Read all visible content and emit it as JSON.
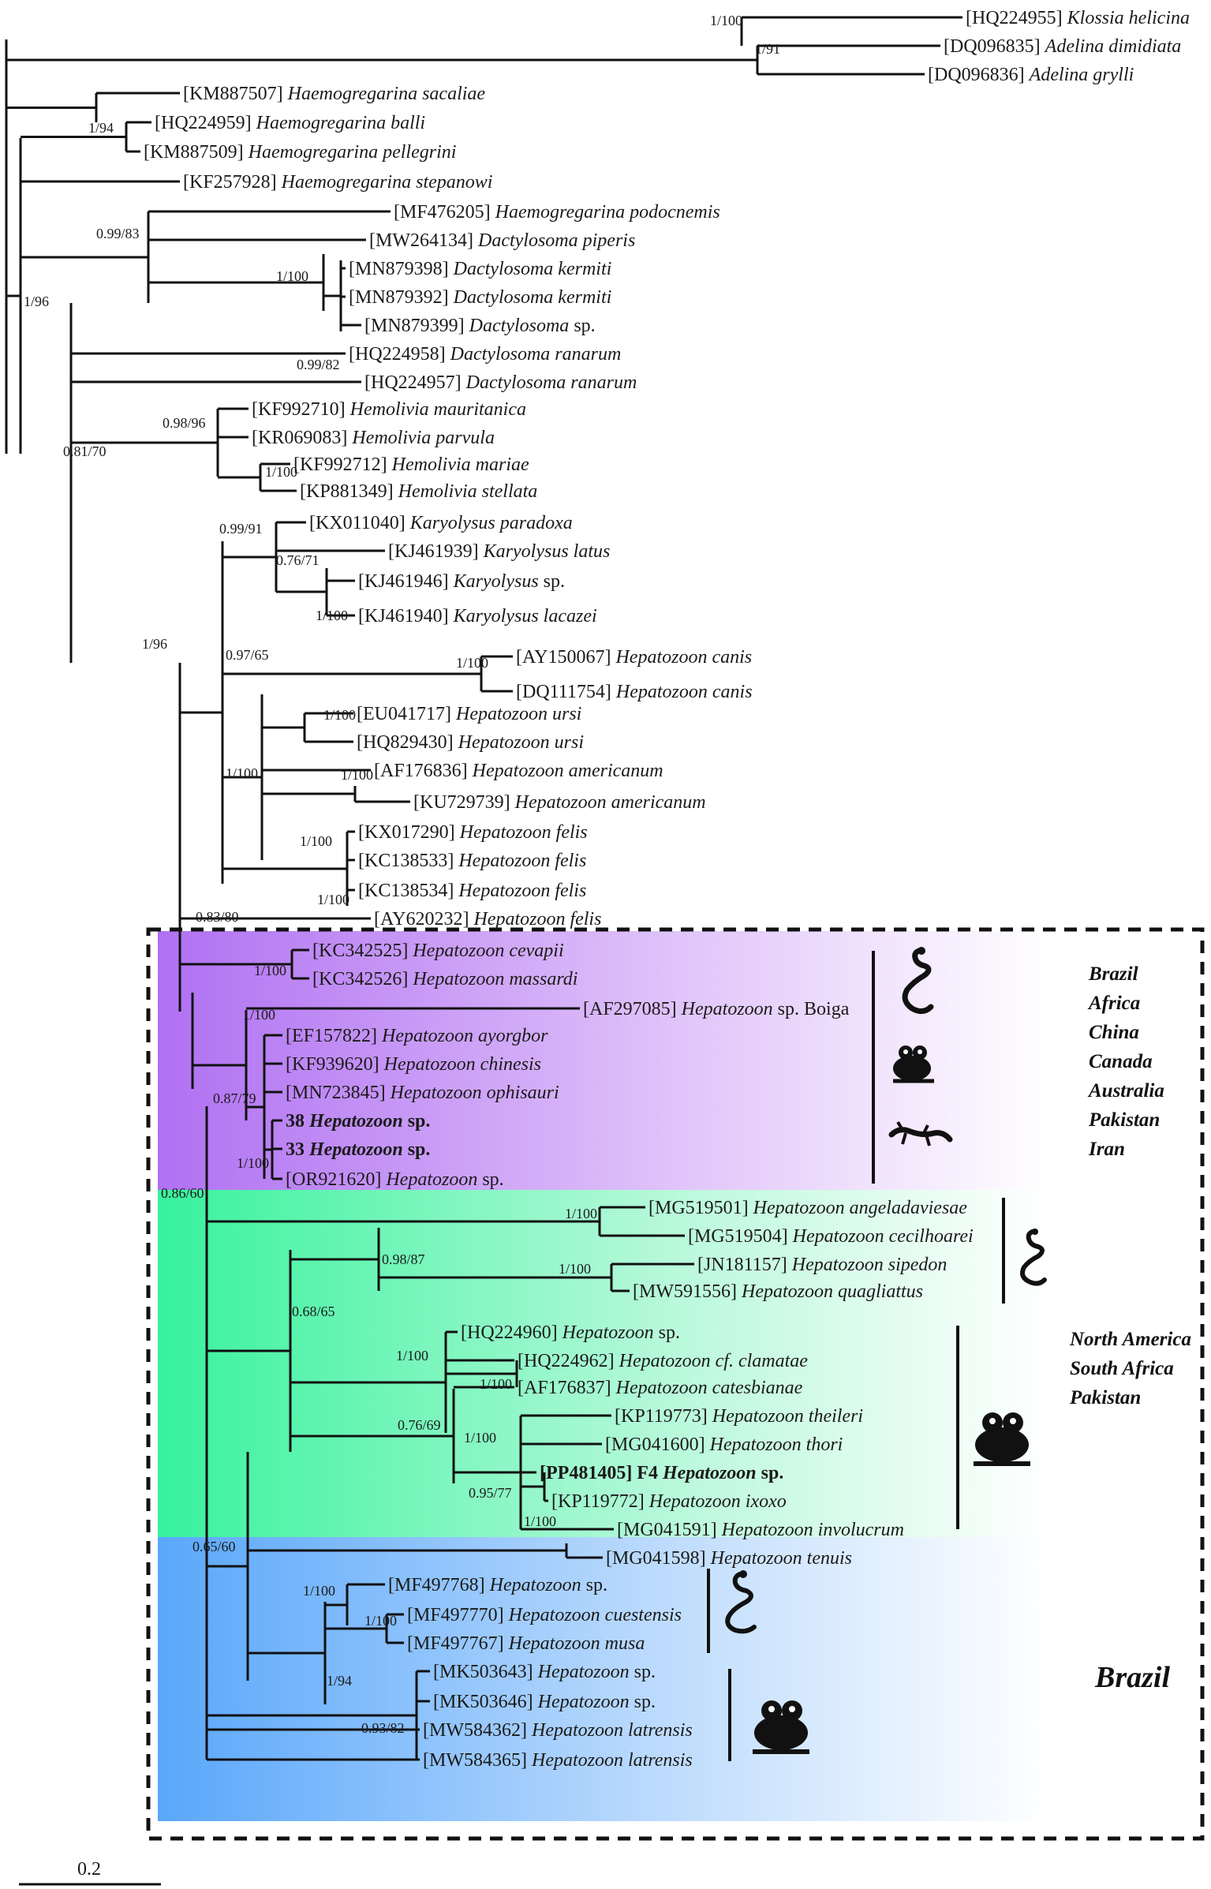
{
  "scale_bar": "0.2",
  "taxa": [
    {
      "acc": "[HQ224955]",
      "name": "Klossia helicina",
      "extra": "",
      "bold": false
    },
    {
      "acc": "[DQ096835]",
      "name": "Adelina dimidiata",
      "extra": "",
      "bold": false
    },
    {
      "acc": "[DQ096836]",
      "name": "Adelina grylli",
      "extra": "",
      "bold": false
    },
    {
      "acc": "[KM887507]",
      "name": "Haemogregarina sacaliae",
      "extra": "",
      "bold": false
    },
    {
      "acc": "[HQ224959]",
      "name": "Haemogregarina balli",
      "extra": "",
      "bold": false
    },
    {
      "acc": "[KM887509]",
      "name": "Haemogregarina pellegrini",
      "extra": "",
      "bold": false
    },
    {
      "acc": "[KF257928]",
      "name": "Haemogregarina stepanowi",
      "extra": "",
      "bold": false
    },
    {
      "acc": "[MF476205]",
      "name": "Haemogregarina podocnemis",
      "extra": "",
      "bold": false
    },
    {
      "acc": "[MW264134]",
      "name": "Dactylosoma piperis",
      "extra": "",
      "bold": false
    },
    {
      "acc": "[MN879398]",
      "name": "Dactylosoma kermiti",
      "extra": "",
      "bold": false
    },
    {
      "acc": "[MN879392]",
      "name": "Dactylosoma kermiti",
      "extra": "",
      "bold": false
    },
    {
      "acc": "[MN879399]",
      "name": "Dactylosoma",
      "extra": "sp.",
      "bold": false
    },
    {
      "acc": "[HQ224958]",
      "name": "Dactylosoma ranarum",
      "extra": "",
      "bold": false
    },
    {
      "acc": "[HQ224957]",
      "name": "Dactylosoma ranarum",
      "extra": "",
      "bold": false
    },
    {
      "acc": "[KF992710]",
      "name": "Hemolivia mauritanica",
      "extra": "",
      "bold": false
    },
    {
      "acc": "[KR069083]",
      "name": "Hemolivia parvula",
      "extra": "",
      "bold": false
    },
    {
      "acc": "[KF992712]",
      "name": "Hemolivia mariae",
      "extra": "",
      "bold": false
    },
    {
      "acc": "[KP881349]",
      "name": "Hemolivia stellata",
      "extra": "",
      "bold": false
    },
    {
      "acc": "[KX011040]",
      "name": "Karyolysus paradoxa",
      "extra": "",
      "bold": false
    },
    {
      "acc": "[KJ461939]",
      "name": "Karyolysus latus",
      "extra": "",
      "bold": false
    },
    {
      "acc": "[KJ461946]",
      "name": "Karyolysus",
      "extra": "sp.",
      "bold": false
    },
    {
      "acc": "[KJ461940]",
      "name": "Karyolysus lacazei",
      "extra": "",
      "bold": false
    },
    {
      "acc": "[AY150067]",
      "name": "Hepatozoon canis",
      "extra": "",
      "bold": false
    },
    {
      "acc": "[DQ111754]",
      "name": "Hepatozoon canis",
      "extra": "",
      "bold": false
    },
    {
      "acc": "[EU041717]",
      "name": "Hepatozoon ursi",
      "extra": "",
      "bold": false
    },
    {
      "acc": "[HQ829430]",
      "name": "Hepatozoon ursi",
      "extra": "",
      "bold": false
    },
    {
      "acc": "[AF176836]",
      "name": "Hepatozoon americanum",
      "extra": "",
      "bold": false
    },
    {
      "acc": "[KU729739]",
      "name": "Hepatozoon americanum",
      "extra": "",
      "bold": false
    },
    {
      "acc": "[KX017290]",
      "name": "Hepatozoon felis",
      "extra": "",
      "bold": false
    },
    {
      "acc": "[KC138533]",
      "name": "Hepatozoon felis",
      "extra": "",
      "bold": false
    },
    {
      "acc": "[KC138534]",
      "name": "Hepatozoon felis",
      "extra": "",
      "bold": false
    },
    {
      "acc": "[AY620232]",
      "name": "Hepatozoon felis",
      "extra": "",
      "bold": false
    },
    {
      "acc": "[KC342525]",
      "name": "Hepatozoon cevapii",
      "extra": "",
      "bold": false
    },
    {
      "acc": "[KC342526]",
      "name": "Hepatozoon massardi",
      "extra": "",
      "bold": false
    },
    {
      "acc": "[AF297085]",
      "name": "Hepatozoon",
      "extra": "sp. Boiga",
      "bold": false
    },
    {
      "acc": "[EF157822]",
      "name": "Hepatozoon ayorgbor",
      "extra": "",
      "bold": false
    },
    {
      "acc": "[KF939620]",
      "name": "Hepatozoon chinesis",
      "extra": "",
      "bold": false
    },
    {
      "acc": "[MN723845]",
      "name": "Hepatozoon ophisauri",
      "extra": "",
      "bold": false
    },
    {
      "acc": "38",
      "name": "Hepatozoon",
      "extra": "sp.",
      "bold": true
    },
    {
      "acc": "33",
      "name": "Hepatozoon",
      "extra": "sp.",
      "bold": true
    },
    {
      "acc": "[OR921620]",
      "name": "Hepatozoon",
      "extra": "sp.",
      "bold": false
    },
    {
      "acc": "[MG519501]",
      "name": "Hepatozoon angeladaviesae",
      "extra": "",
      "bold": false
    },
    {
      "acc": "[MG519504]",
      "name": "Hepatozoon cecilhoarei",
      "extra": "",
      "bold": false
    },
    {
      "acc": "[JN181157]",
      "name": "Hepatozoon sipedon",
      "extra": "",
      "bold": false
    },
    {
      "acc": "[MW591556]",
      "name": "Hepatozoon quagliattus",
      "extra": "",
      "bold": false
    },
    {
      "acc": "[HQ224960]",
      "name": "Hepatozoon",
      "extra": "sp.",
      "bold": false
    },
    {
      "acc": "[HQ224962]",
      "name": "Hepatozoon cf. clamatae",
      "extra": "",
      "bold": false
    },
    {
      "acc": "[AF176837]",
      "name": "Hepatozoon catesbianae",
      "extra": "",
      "bold": false
    },
    {
      "acc": "[KP119773]",
      "name": "Hepatozoon theileri",
      "extra": "",
      "bold": false
    },
    {
      "acc": "[MG041600]",
      "name": "Hepatozoon thori",
      "extra": "",
      "bold": false
    },
    {
      "acc": "[PP481405] F4",
      "name": "Hepatozoon",
      "extra": "sp.",
      "bold": true
    },
    {
      "acc": "[KP119772]",
      "name": "Hepatozoon ixoxo",
      "extra": "",
      "bold": false
    },
    {
      "acc": "[MG041591]",
      "name": "Hepatozoon involucrum",
      "extra": "",
      "bold": false
    },
    {
      "acc": "[MG041598]",
      "name": "Hepatozoon tenuis",
      "extra": "",
      "bold": false
    },
    {
      "acc": "[MF497768]",
      "name": "Hepatozoon",
      "extra": "sp.",
      "bold": false
    },
    {
      "acc": "[MF497770]",
      "name": "Hepatozoon cuestensis",
      "extra": "",
      "bold": false
    },
    {
      "acc": "[MF497767]",
      "name": "Hepatozoon musa",
      "extra": "",
      "bold": false
    },
    {
      "acc": "[MK503643]",
      "name": "Hepatozoon",
      "extra": "sp.",
      "bold": false
    },
    {
      "acc": "[MK503646]",
      "name": "Hepatozoon",
      "extra": "sp.",
      "bold": false
    },
    {
      "acc": "[MW584362]",
      "name": "Hepatozoon latrensis",
      "extra": "",
      "bold": false
    },
    {
      "acc": "[MW584365]",
      "name": "Hepatozoon latrensis",
      "extra": "",
      "bold": false
    }
  ],
  "supports": [
    "1/100",
    "1/91",
    "1/94",
    "0.99/83",
    "1/100",
    "0.99/82",
    "1/96",
    "0.81/70",
    "0.98/96",
    "1/100",
    "0.99/91",
    "0.76/71",
    "1/100",
    "1/96",
    "0.97/65",
    "1/100",
    "1/100",
    "1/100",
    "1/100",
    "1/100",
    "1/100",
    "0.83/80",
    "1/100",
    "1/100",
    "0.87/79",
    "1/100",
    "0.86/60",
    "1/100",
    "0.98/87",
    "1/100",
    "0.68/65",
    "1/100",
    "1/100",
    "0.76/69",
    "1/100",
    "0.95/77",
    "1/100",
    "0.65/60",
    "1/100",
    "1/100",
    "1/94",
    "0.93/82"
  ],
  "regions": {
    "purple": [
      "Brazil",
      "Africa",
      "China",
      "Canada",
      "Australia",
      "Pakistan",
      "Iran"
    ],
    "green": [
      "North America",
      "South Africa",
      "Pakistan"
    ],
    "blue": "Brazil"
  },
  "icons": [
    "snake-icon",
    "frog-icon",
    "lizard-icon",
    "snake-icon",
    "frog-icon",
    "snake-icon",
    "frog-icon"
  ],
  "colors": {
    "purple": "#b070f2",
    "green": "#37f29d",
    "blue": "#5aa7fb",
    "line": "#111111"
  }
}
